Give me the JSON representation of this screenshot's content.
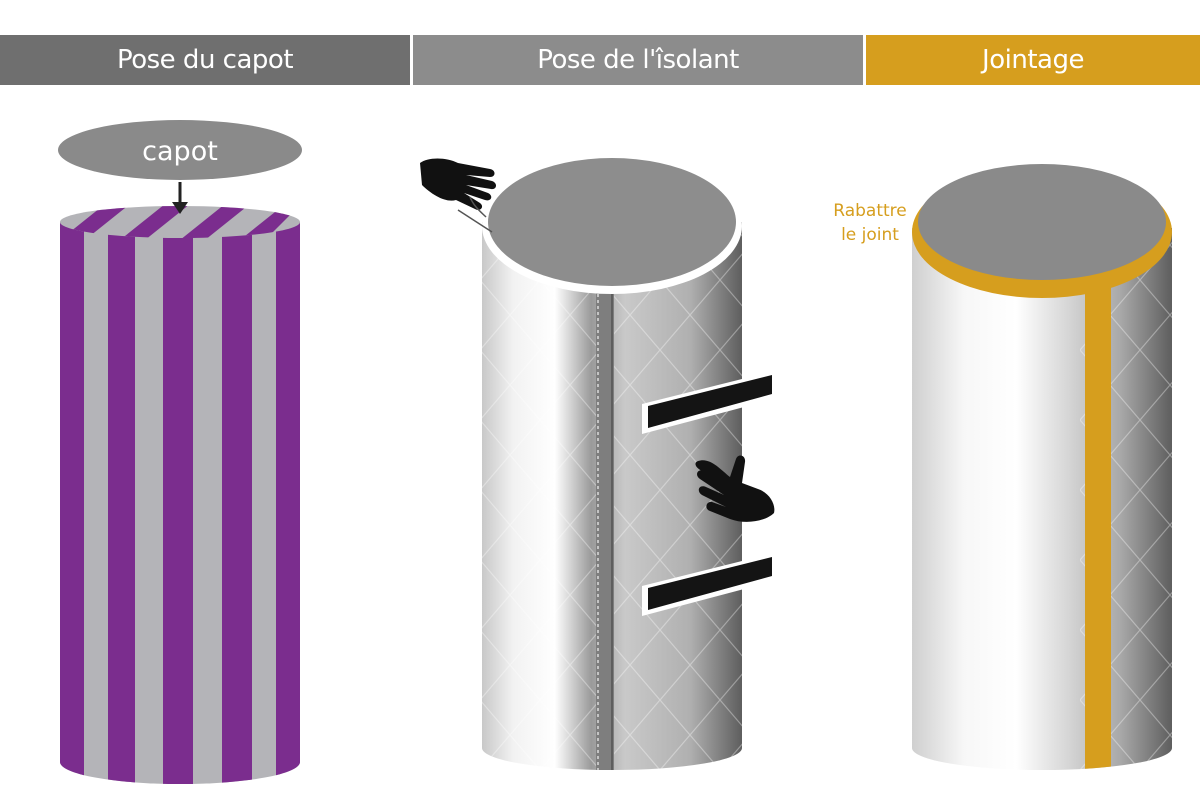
{
  "header": {
    "steps": [
      {
        "label": "Pose du capot",
        "color": "#6f6f6f"
      },
      {
        "label": "Pose de l'îsolant",
        "color": "#8c8c8c"
      },
      {
        "label": "Jointage",
        "color": "#d69e1e"
      }
    ]
  },
  "step1": {
    "cap_label": "capot"
  },
  "step3": {
    "annotation_line1": "Rabattre",
    "annotation_line2": "le joint"
  },
  "colors": {
    "purple": "#7b2d8e",
    "stripe_gray": "#b4b4b8",
    "gold": "#d69e1e",
    "cap_gray": "#888888"
  }
}
